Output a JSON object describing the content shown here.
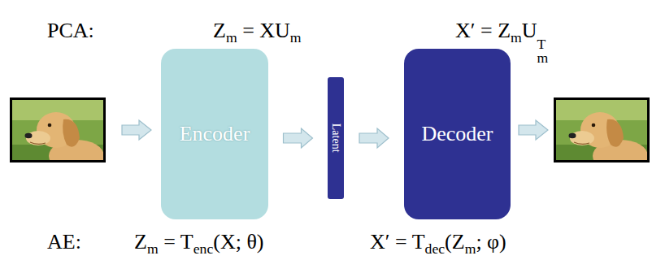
{
  "diagram": {
    "nodes": [
      {
        "text": [
          "Encoder"
        ]
      },
      {
        "text": [
          "Latent"
        ]
      },
      {
        "text": [
          "Decoder"
        ]
      }
    ],
    "edges": [
      {
        "from": 0,
        "to": 1,
        "arrow": "to"
      },
      {
        "from": 1,
        "to": 2,
        "arrow": "to"
      }
    ],
    "labels": [
      "PCA:",
      "Z",
      "m",
      "= XU",
      "m",
      "X′ = Z",
      "m",
      "U",
      "m",
      "T",
      "AE:",
      "Z",
      "m",
      "= T",
      "enc",
      "(X; θ)",
      "X′ = T",
      "dec",
      "(Z",
      "m",
      "; φ)"
    ]
  }
}
